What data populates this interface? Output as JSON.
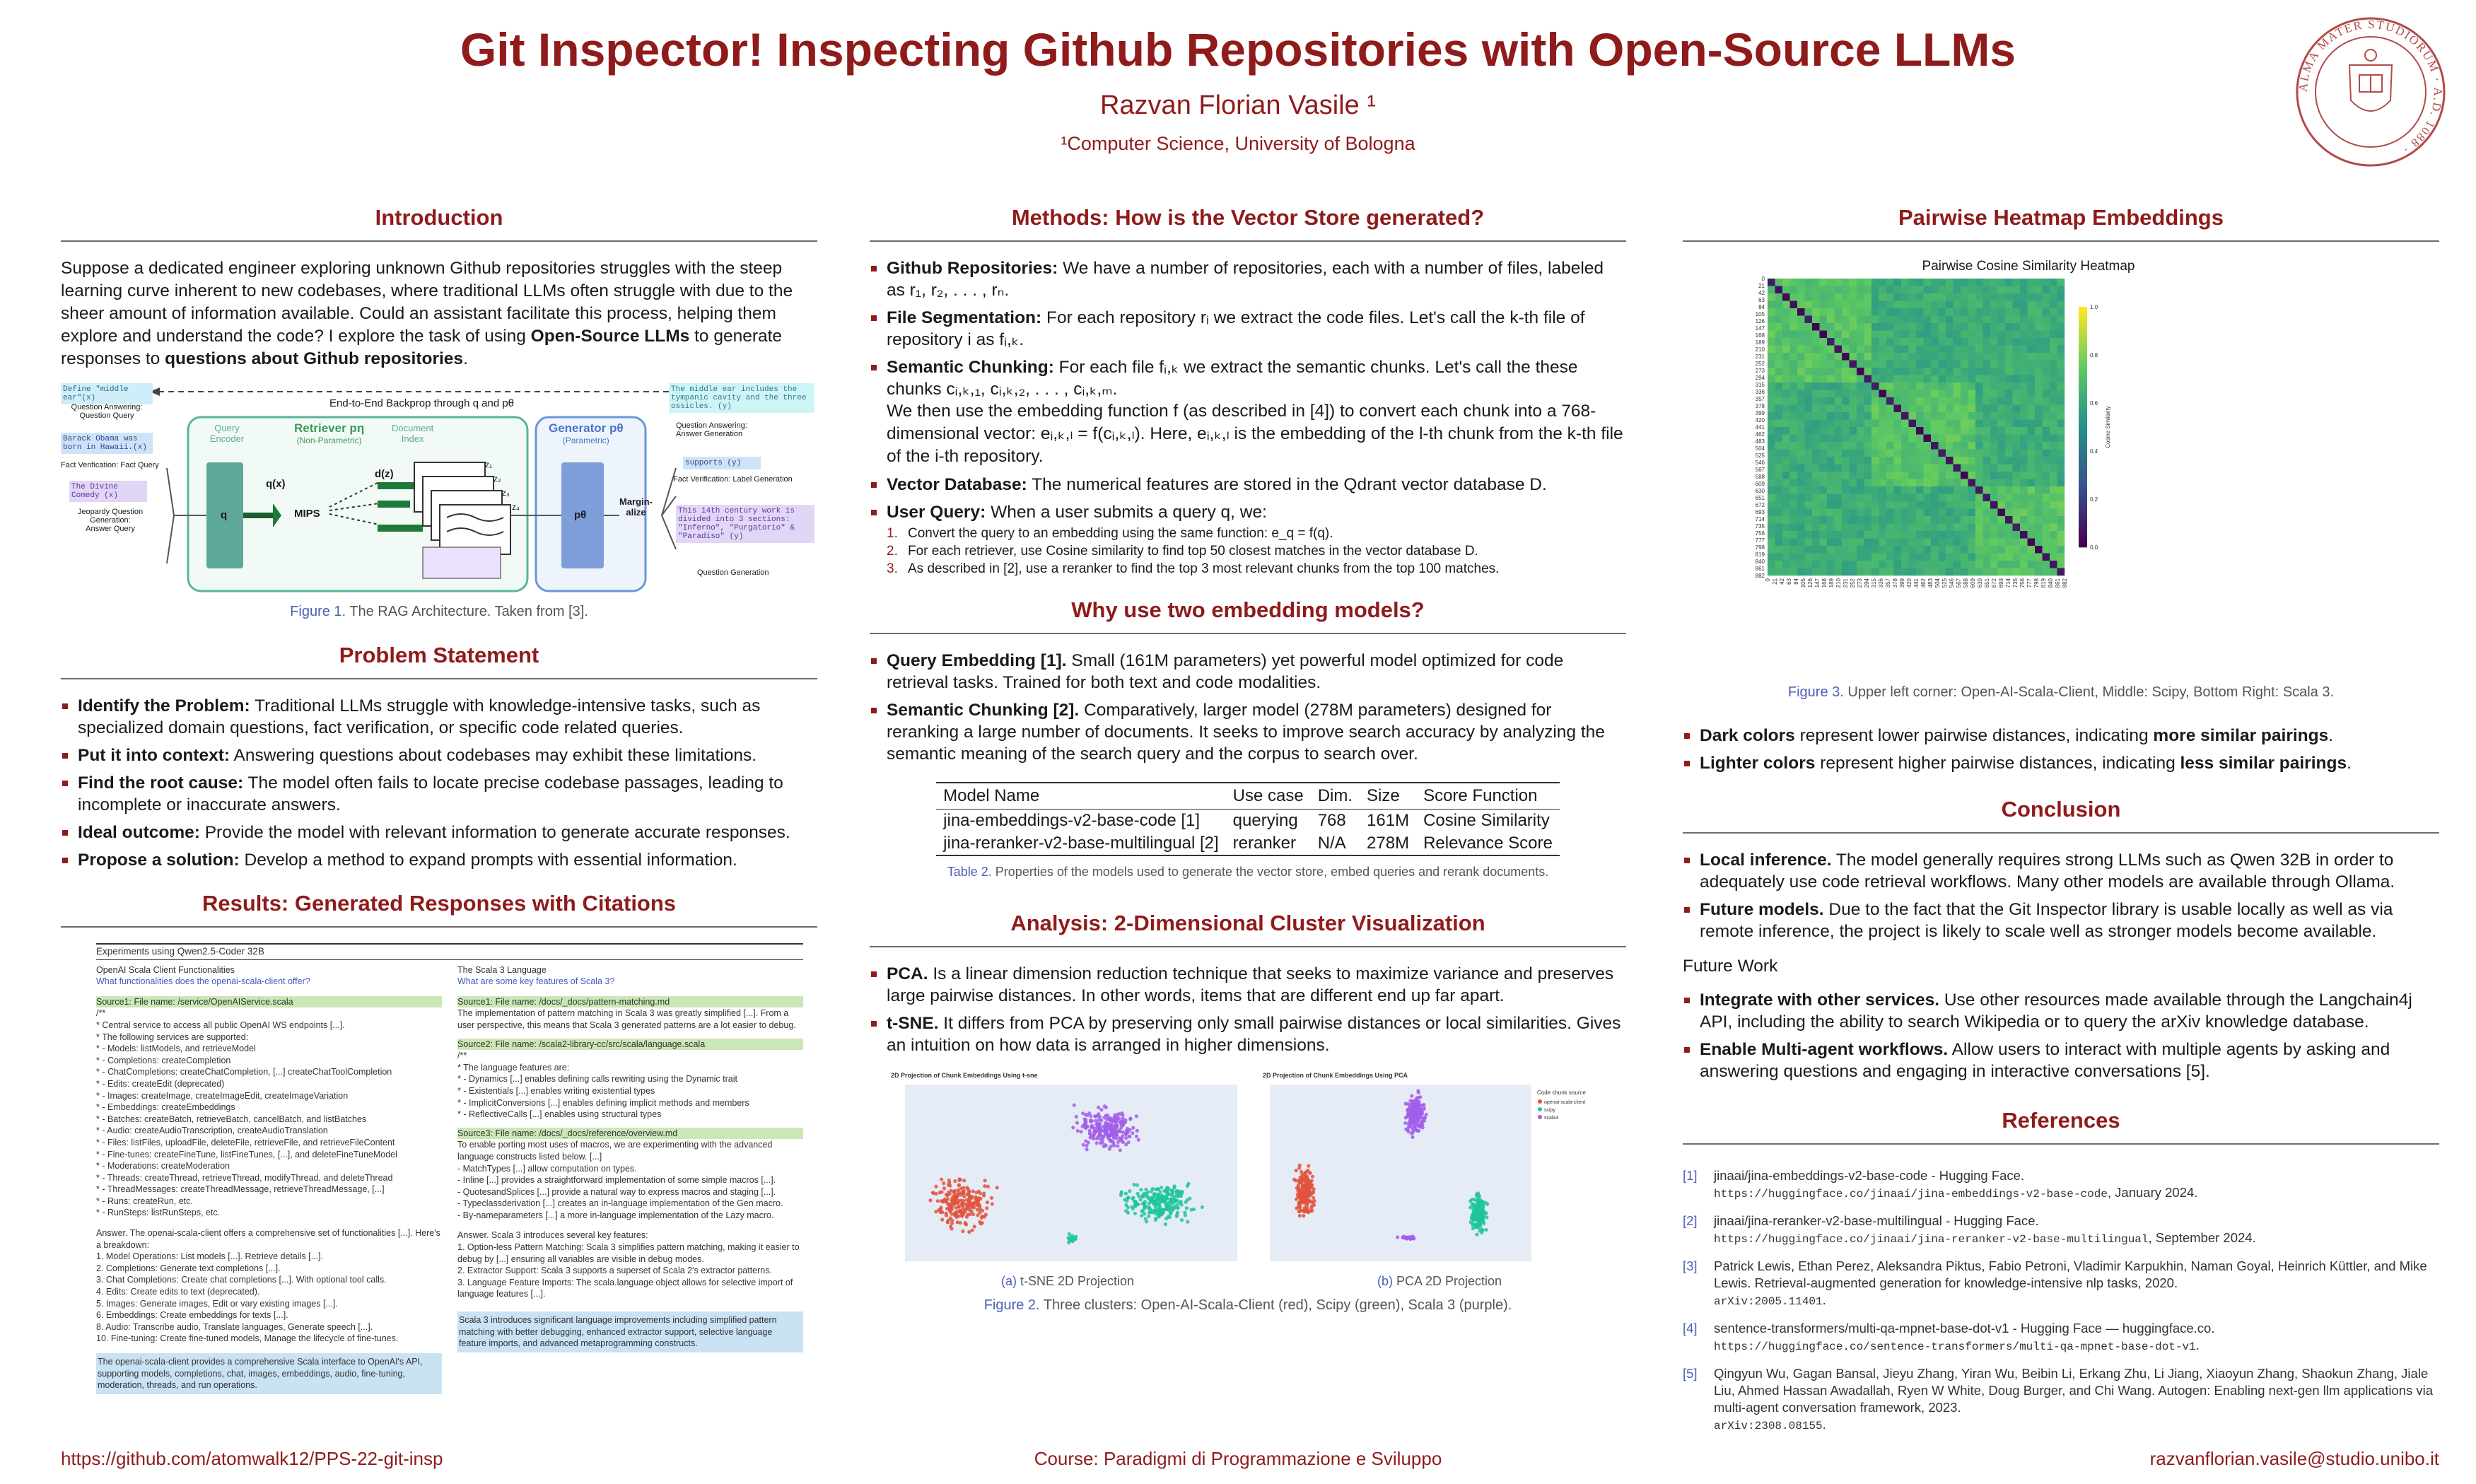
{
  "header": {
    "title": "Git Inspector! Inspecting Github Repositories with Open-Source LLMs",
    "author": "Razvan Florian Vasile ¹",
    "affiliation": "¹Computer Science, University of Bologna",
    "seal_text": "ALMA MATER STUDIORUM · A.D. 1088"
  },
  "intro": {
    "title": "Introduction",
    "text_a": "Suppose a dedicated engineer exploring unknown Github repositories struggles with the steep learning curve inherent to new codebases, where traditional LLMs often struggle with due to the sheer amount of information available.  Could an assistant facilitate this process, helping them explore and understand the code?  I explore the task of using ",
    "text_b": "Open-Source LLMs",
    "text_c": " to generate responses to ",
    "text_d": "questions about Github repositories",
    "text_e": ".",
    "fig_caption_label": "Figure 1.",
    "fig_caption": " The RAG Architecture. Taken from [3]."
  },
  "rag": {
    "define": "Define \"middle ear\"(x)",
    "qa_label1": "Question Answering:",
    "qa_label2": "Question Query",
    "obama": "Barack Obama was born in Hawaii.(x)",
    "fv_label": "Fact Verification: Fact Query",
    "divine": "The Divine Comedy (x)",
    "jeopardy1": "Jeopardy Question",
    "jeopardy2": "Generation:",
    "jeopardy3": "Answer Query",
    "backprop": "End-to-End Backprop through q and pθ",
    "query_encoder1": "Query",
    "query_encoder2": "Encoder",
    "retriever": "Retriever pη",
    "retriever_sub": "(Non-Parametric)",
    "doc_index1": "Document",
    "doc_index2": "Index",
    "generator": "Generator pθ",
    "generator_sub": "(Parametric)",
    "q": "q",
    "qx": "q(x)",
    "mips": "MIPS",
    "dz": "d(z)",
    "z1": "z₁",
    "z2": "z₂",
    "z3": "z₃",
    "z4": "z₄",
    "ptheta": "pθ",
    "marg1": "Margin-",
    "marg2": "alize",
    "out1": "The middle ear includes the tympanic cavity and the three ossicles.  (y)",
    "out1_label1": "Question Answering:",
    "out1_label2": "Answer Generation",
    "out2": "supports (y)",
    "out2_label": "Fact Verification: Label Generation",
    "out3": "This 14th century work is divided into 3 sections: \"Inferno\", \"Purgatorio\" & \"Paradiso\"          (y)",
    "out3_label": "Question Generation"
  },
  "problem": {
    "title": "Problem Statement",
    "items": [
      {
        "k": "Identify the Problem:",
        "v": " Traditional LLMs struggle with knowledge-intensive tasks, such as specialized domain questions, fact verification, or specific code related queries."
      },
      {
        "k": "Put it into context:",
        "v": "   Answering questions about codebases may exhibit these limitations."
      },
      {
        "k": "Find the root cause:",
        "v": "   The model often fails to locate precise codebase passages, leading to incomplete or inaccurate answers."
      },
      {
        "k": "Ideal outcome:",
        "v": "   Provide the model with relevant information to generate accurate responses."
      },
      {
        "k": "Propose a solution:",
        "v": "   Develop a method to expand prompts with essential information."
      }
    ]
  },
  "results": {
    "title": "Results: Generated Responses with Citations",
    "experiment": "Experiments using Qwen2.5-Coder 32B",
    "left_head": "OpenAI Scala Client Functionalities",
    "left_q": "What functionalities does the openai-scala-client offer?",
    "left_source1": "Source1: File name: /service/OpenAIService.scala",
    "left_lines": [
      "/**",
      " * Central service to access all public OpenAI WS endpoints [...].",
      " * The following services are supported:",
      " *  - Models: listModels, and retrieveModel",
      " *  - Completions: createCompletion",
      " *  - ChatCompletions: createChatCompletion, [...] createChatToolCompletion",
      " *  - Edits: createEdit (deprecated)",
      " *  - Images: createImage, createImageEdit, createImageVariation",
      " *  - Embeddings: createEmbeddings",
      " *  - Batches: createBatch, retrieveBatch, cancelBatch, and listBatches",
      " *  - Audio: createAudioTranscription, createAudioTranslation",
      " *  - Files: listFiles, uploadFile, deleteFile, retrieveFile, and retrieveFileContent",
      " *  - Fine-tunes: createFineTune, listFineTunes, [...], and deleteFineTuneModel",
      " *  - Moderations: createModeration",
      " *  - Threads: createThread, retrieveThread, modifyThread, and deleteThread",
      " *  - ThreadMessages: createThreadMessage, retrieveThreadMessage, [...]",
      " *  - Runs: createRun, etc.",
      " *  - RunSteps: listRunSteps, etc."
    ],
    "left_answer_intro": "Answer. The openai-scala-client offers a comprehensive set of functionalities [...]. Here's a breakdown:",
    "left_answers": [
      "1. Model Operations: List models [...]. Retrieve details [...].",
      "2. Completions: Generate text completions [...].",
      "3. Chat Completions: Create chat completions [...]. With optional tool calls.",
      "4. Edits: Create edits to text (deprecated).",
      "5. Images: Generate images, Edit or vary existing images [...].",
      "6. Embeddings: Create embeddings for texts [...].",
      "8. Audio: Transcribe audio, Translate languages, Generate speech [...].",
      "10. Fine-tuning: Create fine-tuned models, Manage the lifecycle of fine-tunes."
    ],
    "left_summary": "The openai-scala-client provides a comprehensive Scala interface to OpenAI's API, supporting models, completions, chat, images, embeddings, audio, fine-tuning, moderation, threads, and run operations.",
    "right_head": "The Scala 3 Language",
    "right_q": "What are some key features of Scala 3?",
    "right_source1": "Source1: File name: /docs/_docs/pattern-matching.md",
    "right_src1_text": "The implementation of pattern matching in Scala 3 was greatly simplified [...]. From a user perspective, this means that Scala 3 generated patterns are a lot easier to debug.",
    "right_source2": "Source2: File name: /scala2-library-cc/src/scala/language.scala",
    "right_src2_lines": [
      "/**",
      " * The language features are:",
      " *  - Dynamics [...] enables defining calls rewriting using the Dynamic trait",
      " *  - Existentials [...] enables writing existential types",
      " *  - ImplicitConversions [...] enables defining implicit methods and members",
      " *  - ReflectiveCalls [...] enables using structural types"
    ],
    "right_source3": "Source3: File name: /docs/_docs/reference/overview.md",
    "right_src3_text": "To enable porting most uses of macros, we are experimenting with the advanced language constructs listed below. [...]",
    "right_src3_items": [
      "- MatchTypes [...] allow computation on types.",
      "- Inline [...] provides a straightforward implementation of some simple macros [...].",
      "- QuotesandSplices [...] provide a natural way to express macros and staging [...].",
      "- Typeclassderivation [...] creates an in-language implementation of the Gen macro.",
      "- By-nameparameters [...] a more in-language implementation of the Lazy macro."
    ],
    "right_answer_intro": "Answer. Scala 3 introduces several key features:",
    "right_answers": [
      "1. Option-less Pattern Matching: Scala 3 simplifies pattern matching, making it easier to debug by [...] ensuring all variables are visible in debug modes.",
      "2. Extractor Support: Scala 3 supports a superset of Scala 2's extractor patterns.",
      "3. Language Feature Imports: The scala.language object allows for selective import of language features [...]."
    ],
    "right_summary": "Scala 3 introduces significant language improvements including simplified pattern matching with better debugging, enhanced extractor support, selective language feature imports, and advanced metaprogramming constructs."
  },
  "methods": {
    "title": "Methods: How is the Vector Store generated?",
    "items": [
      {
        "k": "Github Repositories:",
        "v": " We have a number of repositories, each with a number of files, labeled as r₁, r₂, . . . , rₙ."
      },
      {
        "k": "File Segmentation:",
        "v": " For each repository rᵢ we extract the code files. Let's call the k-th file of repository i as fᵢ,ₖ."
      },
      {
        "k": "Semantic Chunking:",
        "v": " For each file fᵢ,ₖ we extract the semantic chunks. Let's call the these chunks cᵢ,ₖ,₁, cᵢ,ₖ,₂, . . . , cᵢ,ₖ,ₘ."
      }
    ],
    "cont": "We then use the embedding function f (as described in [4]) to convert each chunk into a 768-dimensional vector: eᵢ,ₖ,ₗ = f(cᵢ,ₖ,ₗ). Here, eᵢ,ₖ,ₗ is the embedding of the l-th chunk from the k-th file of the i-th repository.",
    "items2": [
      {
        "k": "Vector Database:",
        "v": " The numerical features are stored in the Qdrant vector database D."
      },
      {
        "k": "User Query:",
        "v": " When a user submits a query q, we:"
      }
    ],
    "steps": [
      {
        "n": "1.",
        "t": "Convert the query to an embedding using the same function: e_q = f(q)."
      },
      {
        "n": "2.",
        "t": "For each retriever, use Cosine similarity to find top 50 closest matches in the vector database D."
      },
      {
        "n": "3.",
        "t": "As described in [2], use a reranker to find the top 3 most relevant chunks from the top 100 matches."
      }
    ]
  },
  "two_models": {
    "title": "Why use two embedding models?",
    "items": [
      {
        "k": "Query Embedding [1].",
        "v": "  Small (161M parameters) yet powerful model optimized for code retrieval tasks. Trained for both text and code modalities."
      },
      {
        "k": "Semantic Chunking [2].",
        "v": "  Comparatively, larger model (278M parameters) designed for reranking a large number of documents.  It seeks to improve search accuracy by analyzing the semantic meaning of the search query and the corpus to search over."
      }
    ],
    "table_headers": [
      "Model Name",
      "Use case",
      "Dim.",
      "Size",
      "Score Function"
    ],
    "table_rows": [
      [
        "jina-embeddings-v2-base-code [1]",
        "querying",
        "768",
        "161M",
        "Cosine Similarity"
      ],
      [
        "jina-reranker-v2-base-multilingual [2]",
        "reranker",
        "N/A",
        "278M",
        "Relevance Score"
      ]
    ],
    "caption_label": "Table 2.",
    "caption": " Properties of the models used to generate the vector store, embed queries and rerank documents."
  },
  "analysis": {
    "title": "Analysis: 2-Dimensional Cluster Visualization",
    "items": [
      {
        "k": "PCA.",
        "v": "  Is a linear dimension reduction technique that seeks to maximize variance and preserves large pairwise distances.  In other words, items that are different end up far apart."
      },
      {
        "k": "t-SNE.",
        "v": "  It differs from PCA by preserving only small pairwise distances or local similarities. Gives an intuition on how data is arranged in higher dimensions."
      }
    ],
    "tsne_title": "2D Projection of Chunk Embeddings Using t-sne",
    "pca_title": "2D Projection of Chunk Embeddings Using PCA",
    "legend_title": "Code chunk source",
    "legend_items": [
      "openai-scala-client",
      "scipy",
      "scala3"
    ],
    "sub_a_label": "(a)",
    "sub_a": " t-SNE 2D Projection",
    "sub_b_label": "(b)",
    "sub_b": " PCA 2D Projection",
    "caption_label": "Figure 2.",
    "caption": " Three clusters: Open-AI-Scala-Client (red), Scipy (green), Scala 3 (purple)."
  },
  "heatmap": {
    "title": "Pairwise Heatmap Embeddings",
    "chart_title": "Pairwise Cosine Similarity Heatmap",
    "colorbar_label": "Cosine Similarity",
    "colorbar_ticks": [
      "1.0",
      "0.8",
      "0.6",
      "0.4",
      "0.2",
      "0.0"
    ],
    "y_ticks": [
      "0",
      "21",
      "42",
      "63",
      "84",
      "105",
      "126",
      "147",
      "168",
      "189",
      "210",
      "231",
      "252",
      "273",
      "294",
      "315",
      "336",
      "357",
      "378",
      "399",
      "420",
      "441",
      "462",
      "483",
      "504",
      "525",
      "546",
      "567",
      "588",
      "609",
      "630",
      "651",
      "672",
      "693",
      "714",
      "735",
      "756",
      "777",
      "798",
      "819",
      "840",
      "861",
      "882"
    ],
    "caption_label": "Figure 3.",
    "caption": " Upper left corner: Open-AI-Scala-Client, Middle: Scipy, Bottom Right: Scala 3.",
    "items": [
      {
        "k": "Dark colors",
        "v": " represent lower pairwise distances, indicating ",
        "k2": "more similar pairings",
        "e": "."
      },
      {
        "k": "Lighter colors",
        "v": " represent higher pairwise distances, indicating ",
        "k2": "less similar pairings",
        "e": "."
      }
    ]
  },
  "conclusion": {
    "title": "Conclusion",
    "items": [
      {
        "k": "Local inference.",
        "v": " The model generally requires strong LLMs such as Qwen 32B in order to adequately use code retrieval workflows.  Many other models are available through Ollama."
      },
      {
        "k": "Future models.",
        "v": " Due to the fact that the Git Inspector library is usable locally as well as via remote inference, the project is likely to scale well as stronger models become available."
      }
    ],
    "future_work": "Future Work",
    "items2": [
      {
        "k": "Integrate with other services.",
        "v": " Use other resources made available through the Langchain4j API, including the ability to search Wikipedia or to query the arXiv knowledge database."
      },
      {
        "k": "Enable Multi-agent workflows.",
        "v": " Allow users to interact with multiple agents by asking and answering questions and engaging in interactive conversations [5]."
      }
    ]
  },
  "references": {
    "title": "References",
    "items": [
      {
        "n": "[1]",
        "a": "jinaai/jina-embeddings-v2-base-code - Hugging Face.",
        "b": "https://huggingface.co/jinaai/jina-embeddings-v2-base-code",
        "c": ", January 2024."
      },
      {
        "n": "[2]",
        "a": "jinaai/jina-reranker-v2-base-multilingual - Hugging Face.",
        "b": "https://huggingface.co/jinaai/jina-reranker-v2-base-multilingual",
        "c": ", September 2024."
      },
      {
        "n": "[3]",
        "a": "Patrick Lewis, Ethan Perez, Aleksandra Piktus, Fabio Petroni, Vladimir Karpukhin, Naman Goyal, Heinrich Küttler, and Mike Lewis. Retrieval-augmented generation for knowledge-intensive nlp tasks, 2020.",
        "b": "arXiv:2005.11401",
        "c": "."
      },
      {
        "n": "[4]",
        "a": "sentence-transformers/multi-qa-mpnet-base-dot-v1 - Hugging Face — huggingface.co.",
        "b": "https://huggingface.co/sentence-transformers/multi-qa-mpnet-base-dot-v1",
        "c": "."
      },
      {
        "n": "[5]",
        "a": "Qingyun Wu, Gagan Bansal, Jieyu Zhang, Yiran Wu, Beibin Li, Erkang Zhu, Li Jiang, Xiaoyun Zhang, Shaokun Zhang, Jiale Liu, Ahmed Hassan Awadallah, Ryen W White, Doug Burger, and Chi Wang. Autogen: Enabling next-gen llm applications via multi-agent conversation framework, 2023.",
        "b": "arXiv:2308.08155",
        "c": "."
      }
    ]
  },
  "footer": {
    "left": "https://github.com/atomwalk12/PPS-22-git-insp",
    "center": "Course: Paradigmi di Programmazione e Sviluppo",
    "right": "razvanflorian.vasile@studio.unibo.it"
  },
  "colors": {
    "accent": "#8f1b1b",
    "caption_blue": "#4a5fb5",
    "openai": "#e0533d",
    "scipy": "#1fc59b",
    "scala3": "#a25ee8"
  }
}
